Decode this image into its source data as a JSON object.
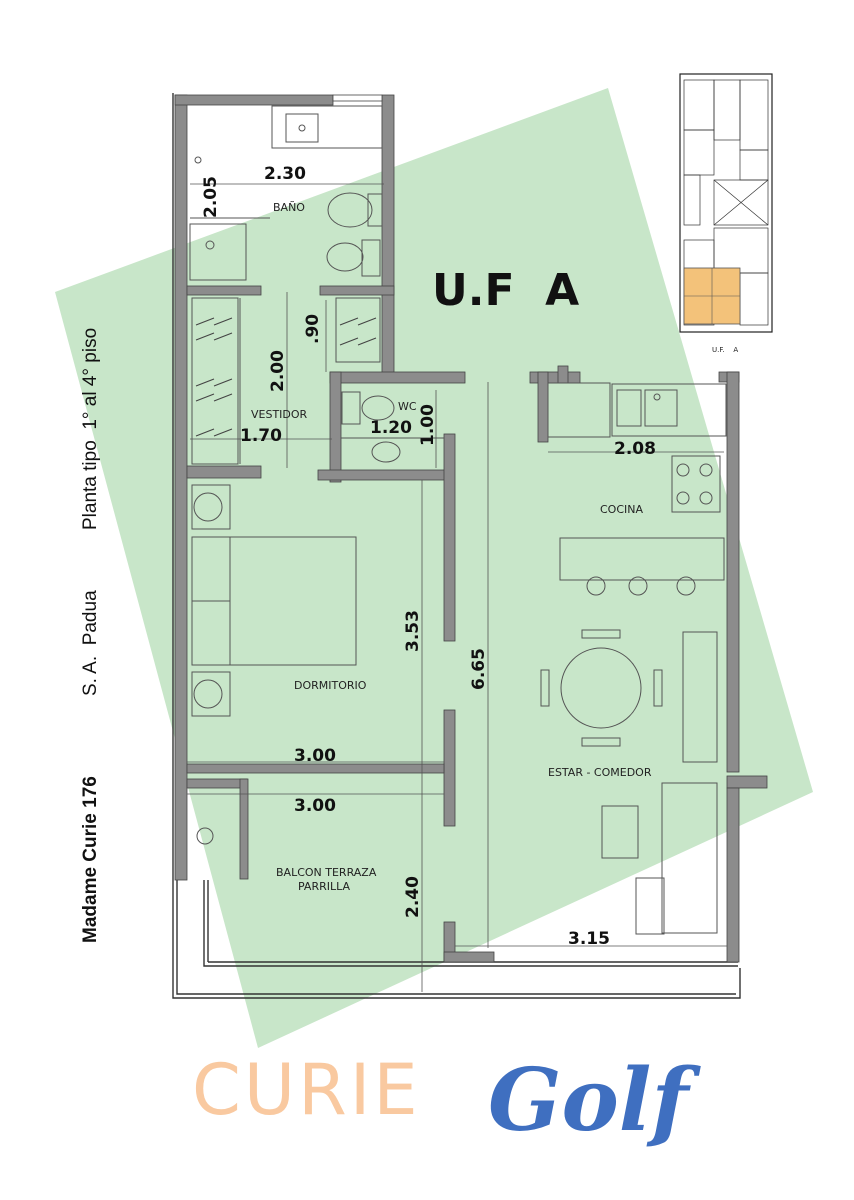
{
  "unit_title": "U.F  A",
  "side_text": {
    "address": "Madame Curie 176",
    "city": "S. A.  Padua",
    "floors": "Planta tipo  1° al 4° piso"
  },
  "rooms": {
    "bano": "BAÑO",
    "vestidor": "VESTIDOR",
    "wc": "WC",
    "cocina": "COCINA",
    "dormitorio": "DORMITORIO",
    "estar": "ESTAR - COMEDOR",
    "balcon_line1": "BALCON TERRAZA",
    "balcon_line2": "PARRILLA"
  },
  "dimensions": {
    "bano_width": "2.30",
    "bano_depth": "2.05",
    "vestidor_depth": "2.00",
    "vestidor_width": "1.70",
    "closet_depth": ".90",
    "wc_width": "1.20",
    "wc_depth": "1.00",
    "cocina_width": "2.08",
    "dormitorio_depth": "3.53",
    "total_depth": "6.65",
    "dormitorio_width": "3.00",
    "balcon_width": "3.00",
    "balcon_depth": "2.40",
    "estar_width": "3.15"
  },
  "keyplan_label": "U.F.    A",
  "brand": {
    "name": "CURIE",
    "script": "Golf"
  },
  "colors": {
    "highlight": "#c8e6c9",
    "wall": "#8c8c8c",
    "brand_name": "#f9c9a0",
    "brand_script": "#3f6fc0",
    "keyplan_unit": "#f3c27a"
  }
}
